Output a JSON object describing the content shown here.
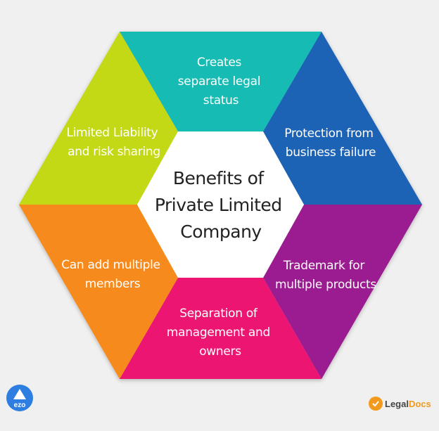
{
  "center": {
    "lines": [
      "Benefits  of",
      "Private  Limited",
      "Company"
    ]
  },
  "segments": [
    {
      "id": "top",
      "lines": [
        "Creates",
        "separate legal",
        "status"
      ],
      "color": "#12bcb3"
    },
    {
      "id": "upper-right",
      "lines": [
        "Protection  from",
        "business failure"
      ],
      "color": "#1f63b6"
    },
    {
      "id": "lower-right",
      "lines": [
        "Trademark for",
        "multiple  products"
      ],
      "color": "#9b1a90"
    },
    {
      "id": "bottom",
      "lines": [
        "Separation  of",
        "management and",
        "owners"
      ],
      "color": "#ec1472"
    },
    {
      "id": "lower-left",
      "lines": [
        "Can add multiple",
        "members"
      ],
      "color": "#f78a1a"
    },
    {
      "id": "upper-left",
      "lines": [
        "Limited  Liability",
        "and risk sharing"
      ],
      "color": "#c3d918"
    }
  ],
  "colors": {
    "background": "#f0f0f0",
    "center_fill": "#ffffff",
    "ezo_blue": "#2e7de0",
    "legaldocs_orange": "#f29a1e"
  },
  "logos": {
    "ezo": {
      "text": "ezo",
      "icon": "ezo-logo-icon"
    },
    "legaldocs": {
      "text_a": "Legal",
      "text_b": "Docs",
      "icon": "legaldocs-logo-icon"
    }
  }
}
